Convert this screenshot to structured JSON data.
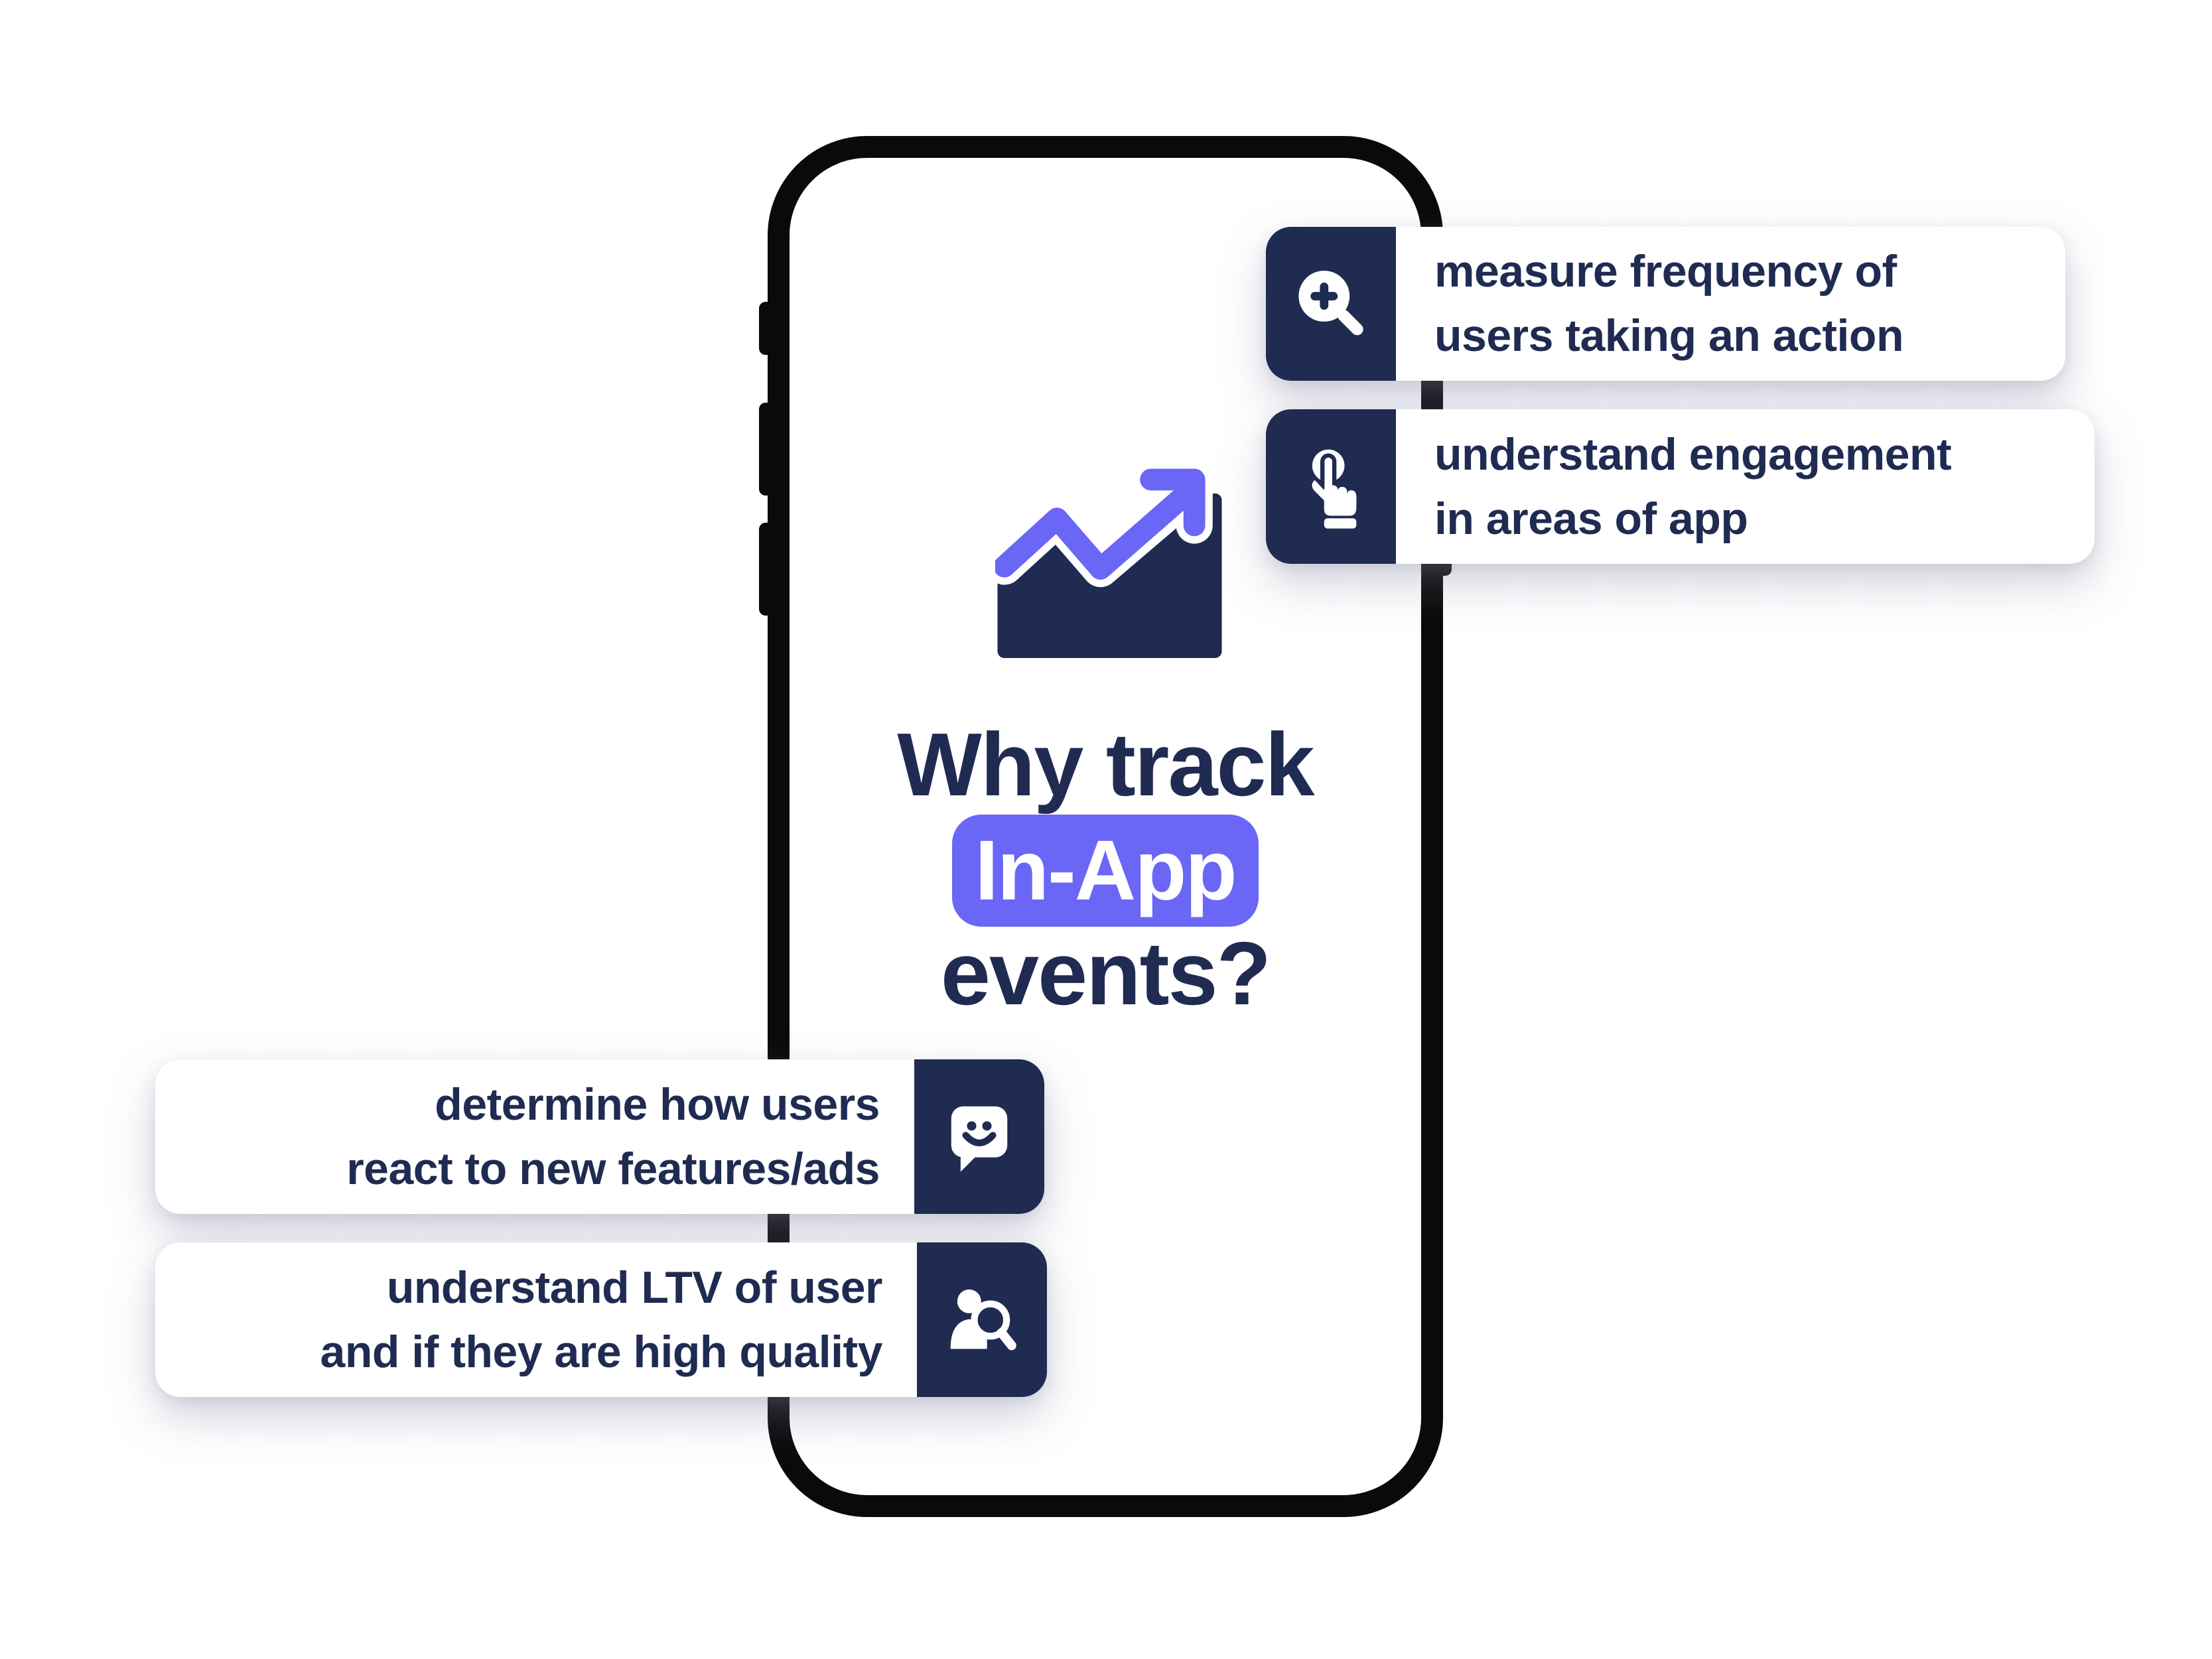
{
  "colors": {
    "navy": "#202b52",
    "purple": "#6a66f6",
    "frame_black": "#0a0a0a",
    "background": "#ffffff"
  },
  "phone": {
    "chart_icon": "trend-chart-icon",
    "title": {
      "line1": "Why track",
      "highlight": "In-App",
      "line3": "events?"
    }
  },
  "callouts": {
    "top_right": [
      {
        "icon": "zoom-in-icon",
        "line1": "measure frequency of",
        "line2": "users taking an action"
      },
      {
        "icon": "tap-icon",
        "line1": "understand engagement",
        "line2": "in areas of app"
      }
    ],
    "bottom_left": [
      {
        "icon": "chat-smiley-icon",
        "line1": "determine how users",
        "line2": "react to new features/ads"
      },
      {
        "icon": "person-search-icon",
        "line1": "understand LTV of user",
        "line2": "and if they are high quality"
      }
    ]
  }
}
